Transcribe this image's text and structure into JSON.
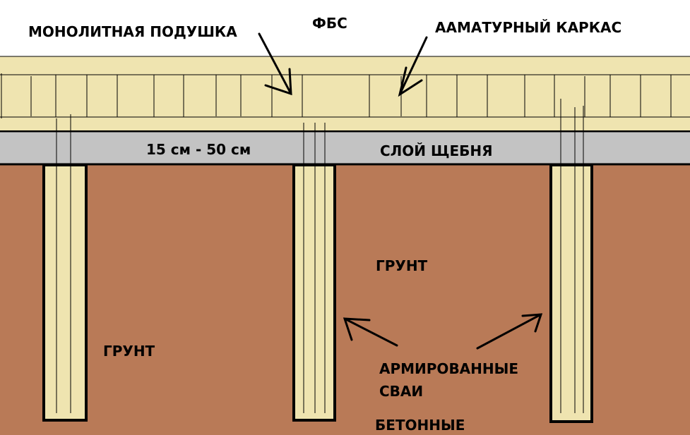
{
  "labels": {
    "monolithic_pad": "МОНОЛИТНАЯ ПОДУШКА",
    "fbs": "ФБС",
    "rebar_cage": "ААМАТУРНЫЙ КАРКАС",
    "thickness": "15 см - 50 см",
    "gravel_layer": "СЛОЙ ЩЕБНЯ",
    "soil_center": "ГРУНТ",
    "soil_left": "ГРУНТ",
    "piles_line1": "АРМИРОВАННЫЕ",
    "piles_line2": "СВАИ",
    "piles_line3": "БЕТОННЫЕ"
  },
  "colors": {
    "concrete": "#efe4b0",
    "gravel": "#c3c3c3",
    "soil": "#b97a57"
  }
}
